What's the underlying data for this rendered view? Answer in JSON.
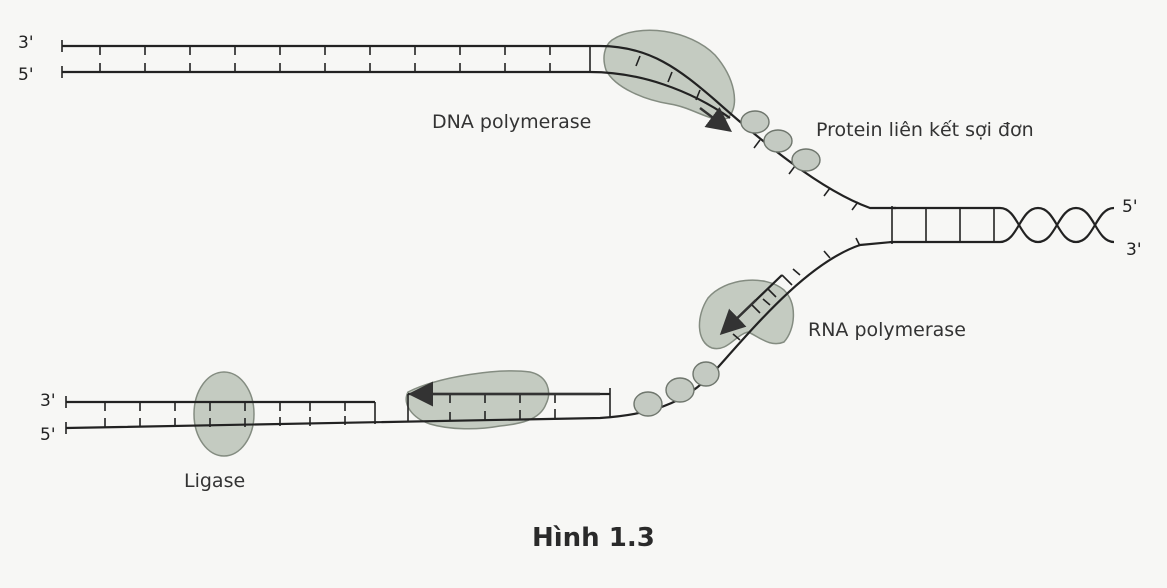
{
  "labels": {
    "dna_polymerase": "DNA polymerase",
    "ssb": "Protein liên kết sợi đơn",
    "rna_polymerase": "RNA polymerase",
    "ligase": "Ligase"
  },
  "ends": {
    "top_upper": "3'",
    "top_lower": "5'",
    "right_upper": "5'",
    "right_lower": "3'",
    "bottom_upper": "3'",
    "bottom_lower": "5'"
  },
  "caption": "Hình 1.3",
  "colors": {
    "enzyme_fill": "#bcc4b9",
    "strand": "#222222"
  }
}
